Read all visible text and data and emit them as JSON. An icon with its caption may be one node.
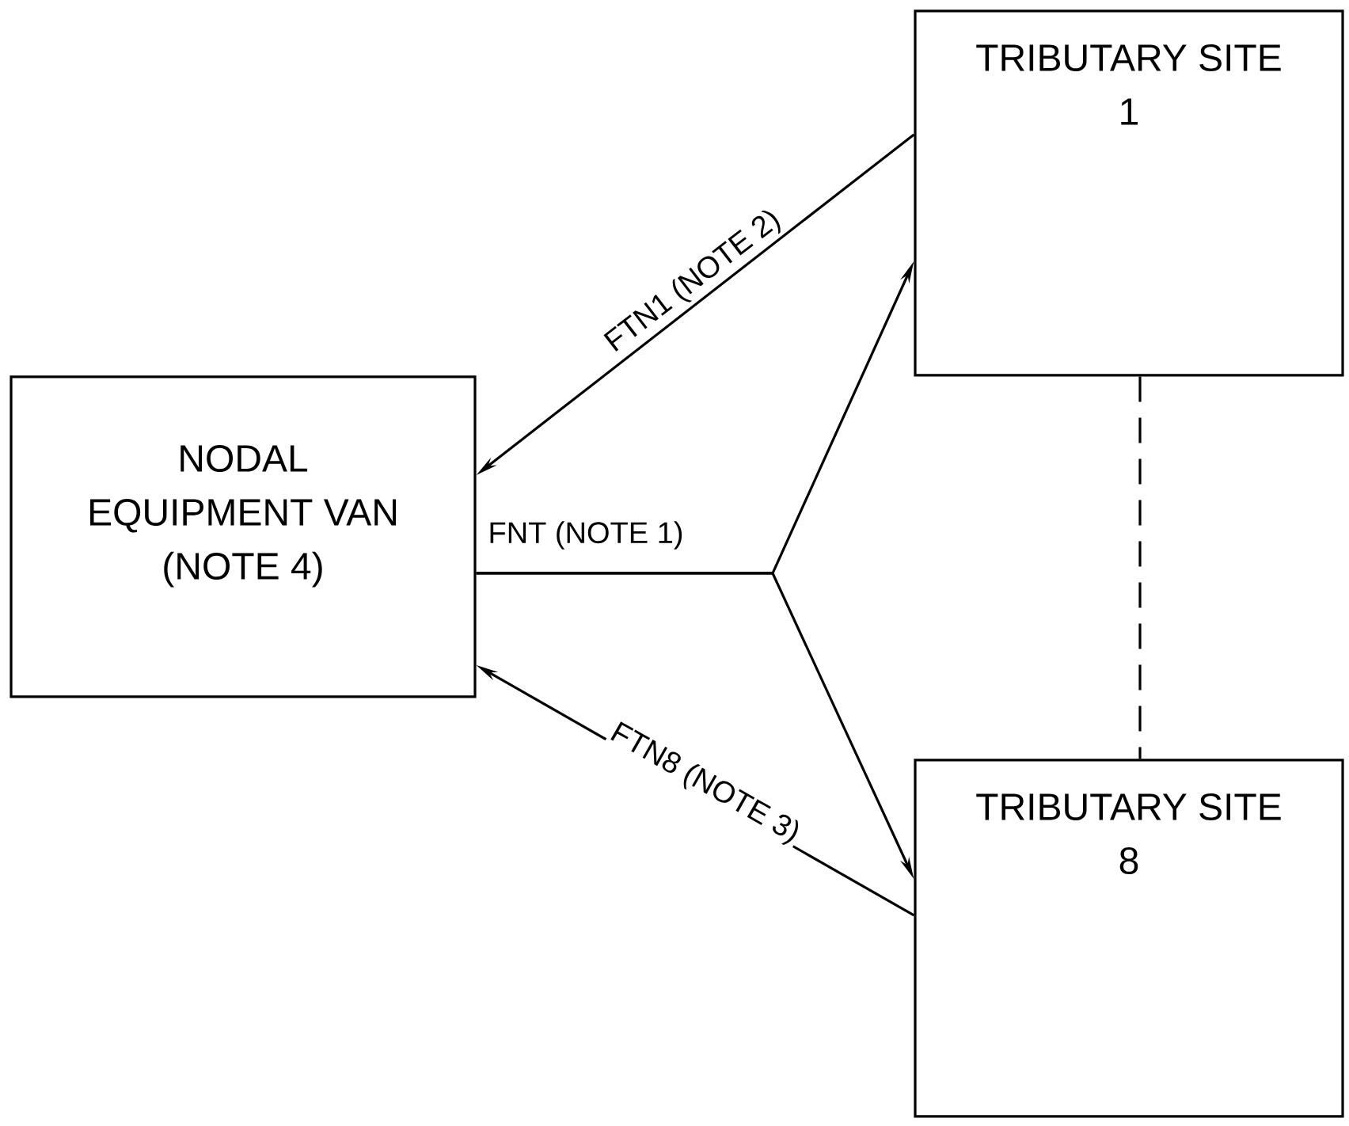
{
  "diagram": {
    "nodes": [
      {
        "text": [
          "NODAL EQUIPMENT VAN (NOTE 4)"
        ]
      },
      {
        "text": [
          "TRIBUTARY SITE 1"
        ]
      },
      {
        "text": [
          "TRIBUTARY SITE 8"
        ]
      }
    ],
    "edges": [
      {
        "from": 1,
        "to": 0,
        "arrow": "to",
        "label": "FTN1 (NOTE 2)"
      },
      {
        "from": 0,
        "to": 1,
        "arrow": "to",
        "label": "FNT (NOTE 1)"
      },
      {
        "from": 0,
        "to": 2,
        "arrow": "to"
      },
      {
        "from": 2,
        "to": 0,
        "arrow": "to",
        "label": "FTN8 (NOTE 3)"
      },
      {
        "from": 1,
        "to": 2,
        "arrow": "none",
        "style": "dashed"
      }
    ]
  }
}
